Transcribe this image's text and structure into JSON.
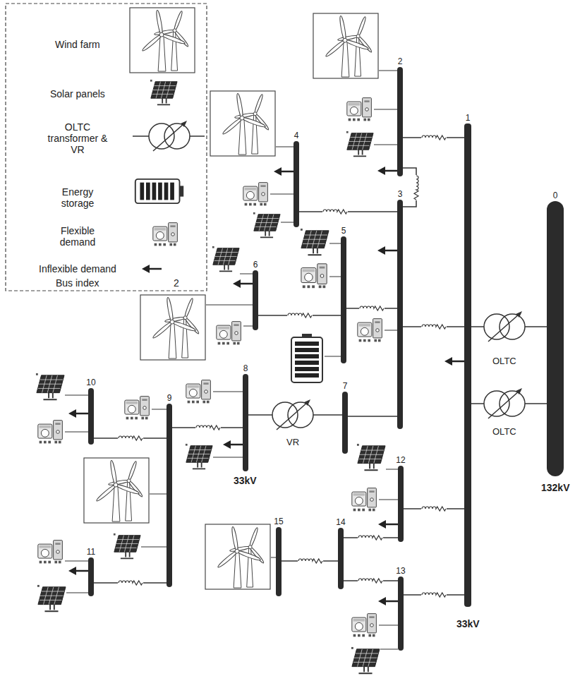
{
  "diagram": {
    "nodes": [
      {
        "text": [
          "0"
        ]
      },
      {
        "text": [
          "1"
        ]
      },
      {
        "text": [
          "2"
        ]
      },
      {
        "text": [
          "3"
        ]
      },
      {
        "text": [
          "4"
        ]
      },
      {
        "text": [
          "5"
        ]
      },
      {
        "text": [
          "6"
        ]
      },
      {
        "text": [
          "7"
        ]
      },
      {
        "text": [
          "8"
        ]
      },
      {
        "text": [
          "9"
        ]
      },
      {
        "text": [
          "10"
        ]
      },
      {
        "text": [
          "11"
        ]
      },
      {
        "text": [
          "12"
        ]
      },
      {
        "text": [
          "13"
        ]
      },
      {
        "text": [
          "14"
        ]
      },
      {
        "text": [
          "15"
        ]
      }
    ],
    "edges": [
      {
        "from": 1,
        "to": 2,
        "arrow": "none"
      },
      {
        "from": 2,
        "to": 3,
        "arrow": "none"
      },
      {
        "from": 3,
        "to": 4,
        "arrow": "none"
      },
      {
        "from": 1,
        "to": 3,
        "arrow": "none"
      },
      {
        "from": 3,
        "to": 5,
        "arrow": "none"
      },
      {
        "from": 5,
        "to": 6,
        "arrow": "none"
      },
      {
        "from": 3,
        "to": 7,
        "arrow": "none"
      },
      {
        "from": 7,
        "to": 8,
        "label": "VR",
        "arrow": "none"
      },
      {
        "from": 8,
        "to": 9,
        "arrow": "none"
      },
      {
        "from": 9,
        "to": 10,
        "arrow": "none"
      },
      {
        "from": 9,
        "to": 11,
        "arrow": "none"
      },
      {
        "from": 1,
        "to": 12,
        "arrow": "none"
      },
      {
        "from": 1,
        "to": 13,
        "arrow": "none"
      },
      {
        "from": 12,
        "to": 14,
        "arrow": "none"
      },
      {
        "from": 13,
        "to": 14,
        "arrow": "none"
      },
      {
        "from": 14,
        "to": 15,
        "arrow": "none"
      },
      {
        "from": 0,
        "to": 1,
        "label": "OLTC",
        "arrow": "none"
      },
      {
        "from": 0,
        "to": 1,
        "label": "OLTC",
        "arrow": "none"
      }
    ],
    "labels": [
      "2",
      "33kV",
      "33kV",
      "132kV"
    ],
    "legend": [
      {
        "text": "Wind farm"
      },
      {
        "text": "Solar panels"
      },
      {
        "text": "OLTC transformer & VR"
      },
      {
        "text": "Energy storage"
      },
      {
        "text": "Flexible demand"
      },
      {
        "text": "Inflexible demand"
      },
      {
        "text": "Bus index"
      }
    ]
  }
}
